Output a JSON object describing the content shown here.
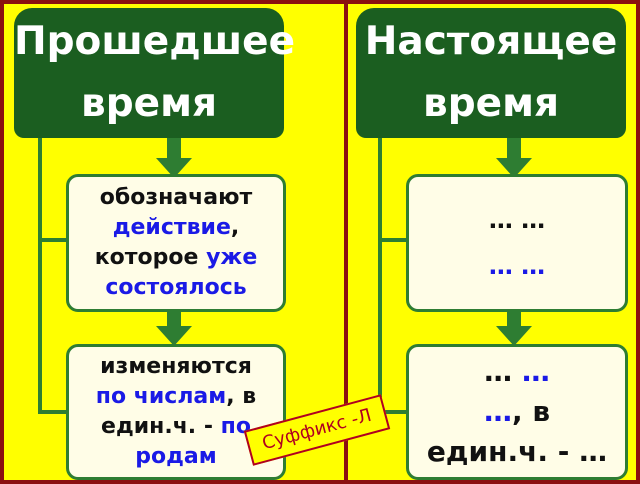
{
  "left": {
    "header": {
      "line1": "Прошедшее",
      "line2": "время"
    },
    "box1": {
      "line1": "обозначают",
      "line2_blue": "действие",
      "line2_rest": ",",
      "line3_black": "которое ",
      "line3_blue": "уже",
      "line4_blue": "состоялось"
    },
    "box2": {
      "line1": "изменяются",
      "line2_blue": "по числам",
      "line2_rest": ", в",
      "line3_black": "един.ч. - ",
      "line3_blue": "по",
      "line4_blue": "родам"
    }
  },
  "right": {
    "header": {
      "line1": "Настоящее",
      "line2": "время"
    },
    "box1": {
      "line1": "… …",
      "line2_blue": "… …"
    },
    "box2": {
      "line1_black": "… ",
      "line1_blue": "…",
      "line2_blue": "…",
      "line2_rest": ", в",
      "line3": "един.ч. - …"
    }
  },
  "stamp": {
    "text": "Суффикс -Л"
  },
  "colors": {
    "background": "#ffff00",
    "header": "#1b5e20",
    "connector": "#2e7d32",
    "box_fill": "#fffde7",
    "highlight_text": "#1a1ae6",
    "stamp": "#b00020"
  }
}
